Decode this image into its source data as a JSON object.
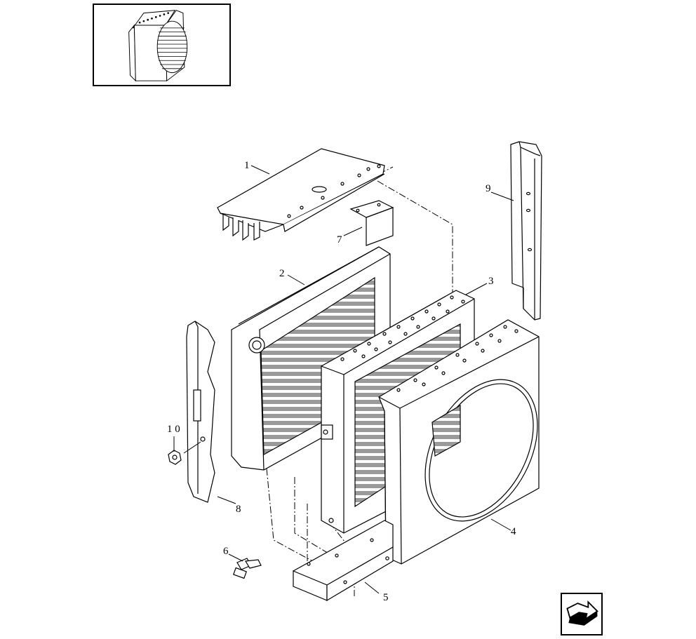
{
  "callouts": {
    "c1": "1",
    "c2": "2",
    "c3": "3",
    "c4": "4",
    "c5": "5",
    "c6": "6",
    "c7": "7",
    "c8": "8",
    "c9": "9",
    "c10": "1 0"
  },
  "nav": {
    "icon": "next-arrow-icon"
  }
}
